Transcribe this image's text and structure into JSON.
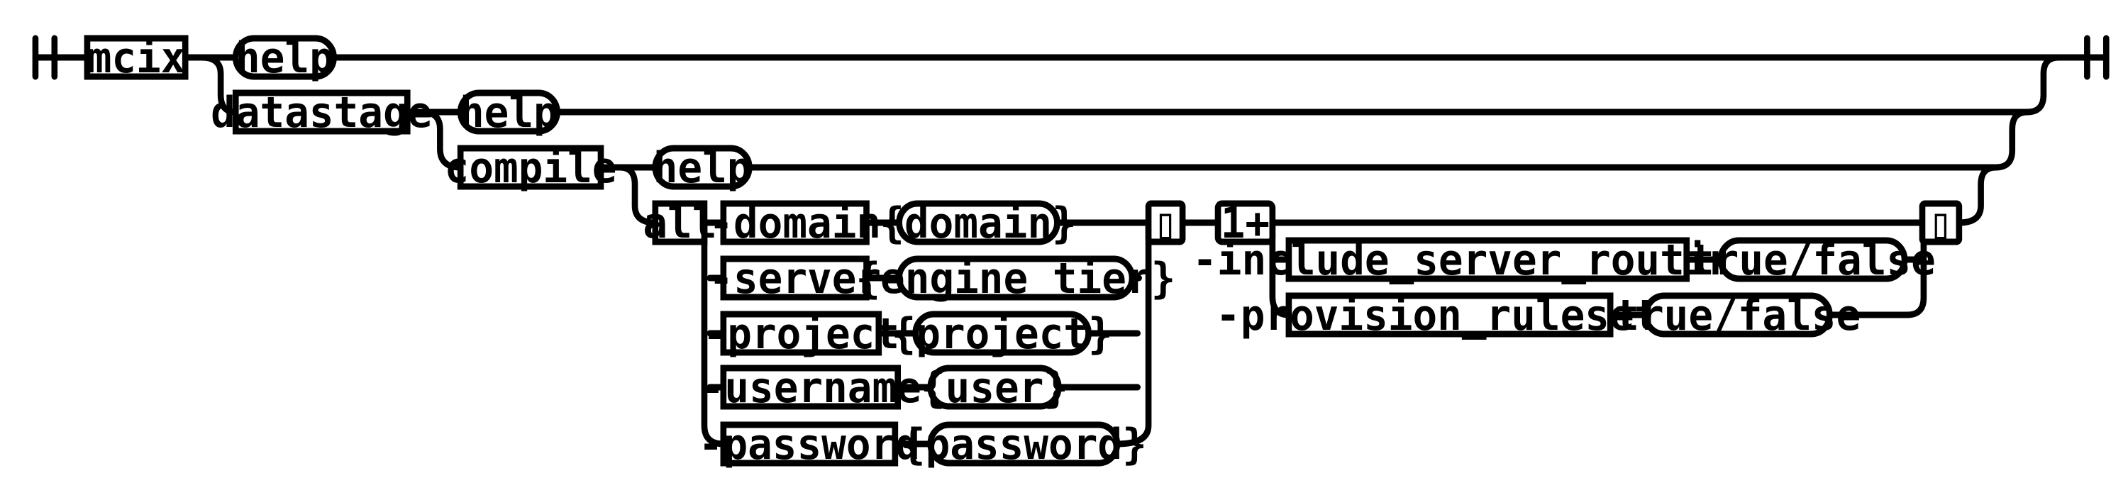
{
  "diagram": {
    "type": "railroad-syntax-diagram",
    "command": "mcix",
    "help_options": [
      "help",
      "help",
      "help"
    ],
    "subcommands": [
      "datastage",
      "compile",
      "all"
    ],
    "all_options": [
      {
        "flag": "-domain",
        "value": "{domain}"
      },
      {
        "flag": "-server",
        "value": "{engine tier}"
      },
      {
        "flag": "-project",
        "value": "{project}"
      },
      {
        "flag": "-username",
        "value": "{user}"
      },
      {
        "flag": "-password",
        "value": "{password}"
      }
    ],
    "repeat_label": "1+",
    "extra_options": [
      {
        "flag": "-include_server_routines",
        "value": "true/false"
      },
      {
        "flag": "-provision_rulesets",
        "value": "true/false"
      }
    ],
    "group_markers": [
      "▯",
      "▯"
    ]
  }
}
